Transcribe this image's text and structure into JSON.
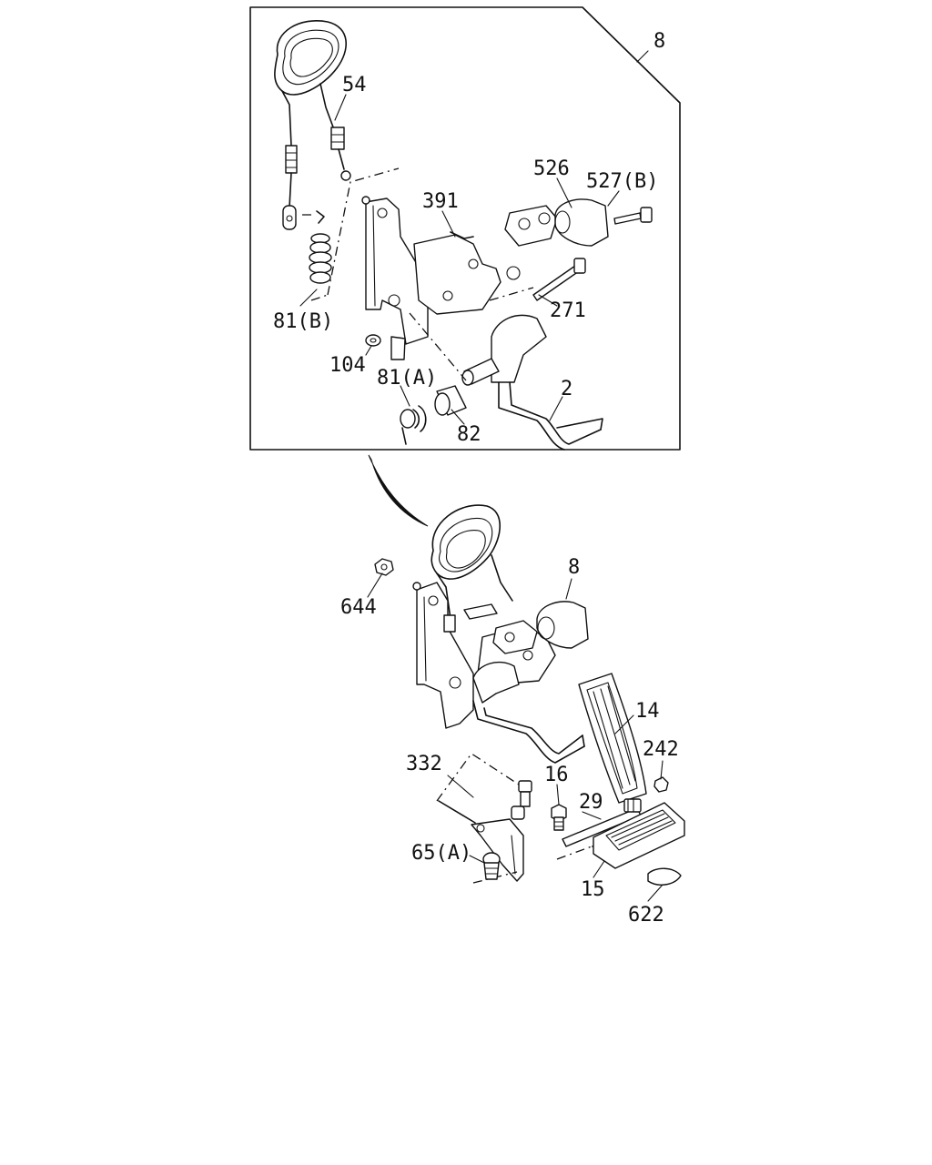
{
  "diagram": {
    "colors": {
      "ink": "#111111",
      "paper": "#ffffff"
    },
    "callouts": {
      "c8_top": "8",
      "c54": "54",
      "c526": "526",
      "c527b": "527(B)",
      "c391": "391",
      "c81b": "81(B)",
      "c271": "271",
      "c104": "104",
      "c81a": "81(A)",
      "c2": "2",
      "c82": "82",
      "c644": "644",
      "c8_main": "8",
      "c14": "14",
      "c242": "242",
      "c332": "332",
      "c16": "16",
      "c29": "29",
      "c65a": "65(A)",
      "c15": "15",
      "c622": "622"
    }
  }
}
